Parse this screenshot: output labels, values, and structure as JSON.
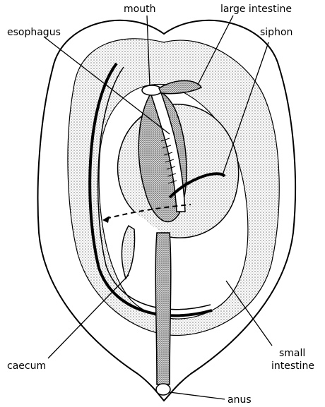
{
  "labels": {
    "mouth": "mouth",
    "esophagus": "esophagus",
    "large_intestine": "large intestine",
    "siphon": "siphon",
    "caecum": "caecum",
    "small_intestine_line1": "small",
    "small_intestine_line2": "intestine",
    "anus": "anus"
  },
  "colors": {
    "ink": "#000000",
    "background": "#ffffff",
    "stipple": "#bdbdbd"
  }
}
